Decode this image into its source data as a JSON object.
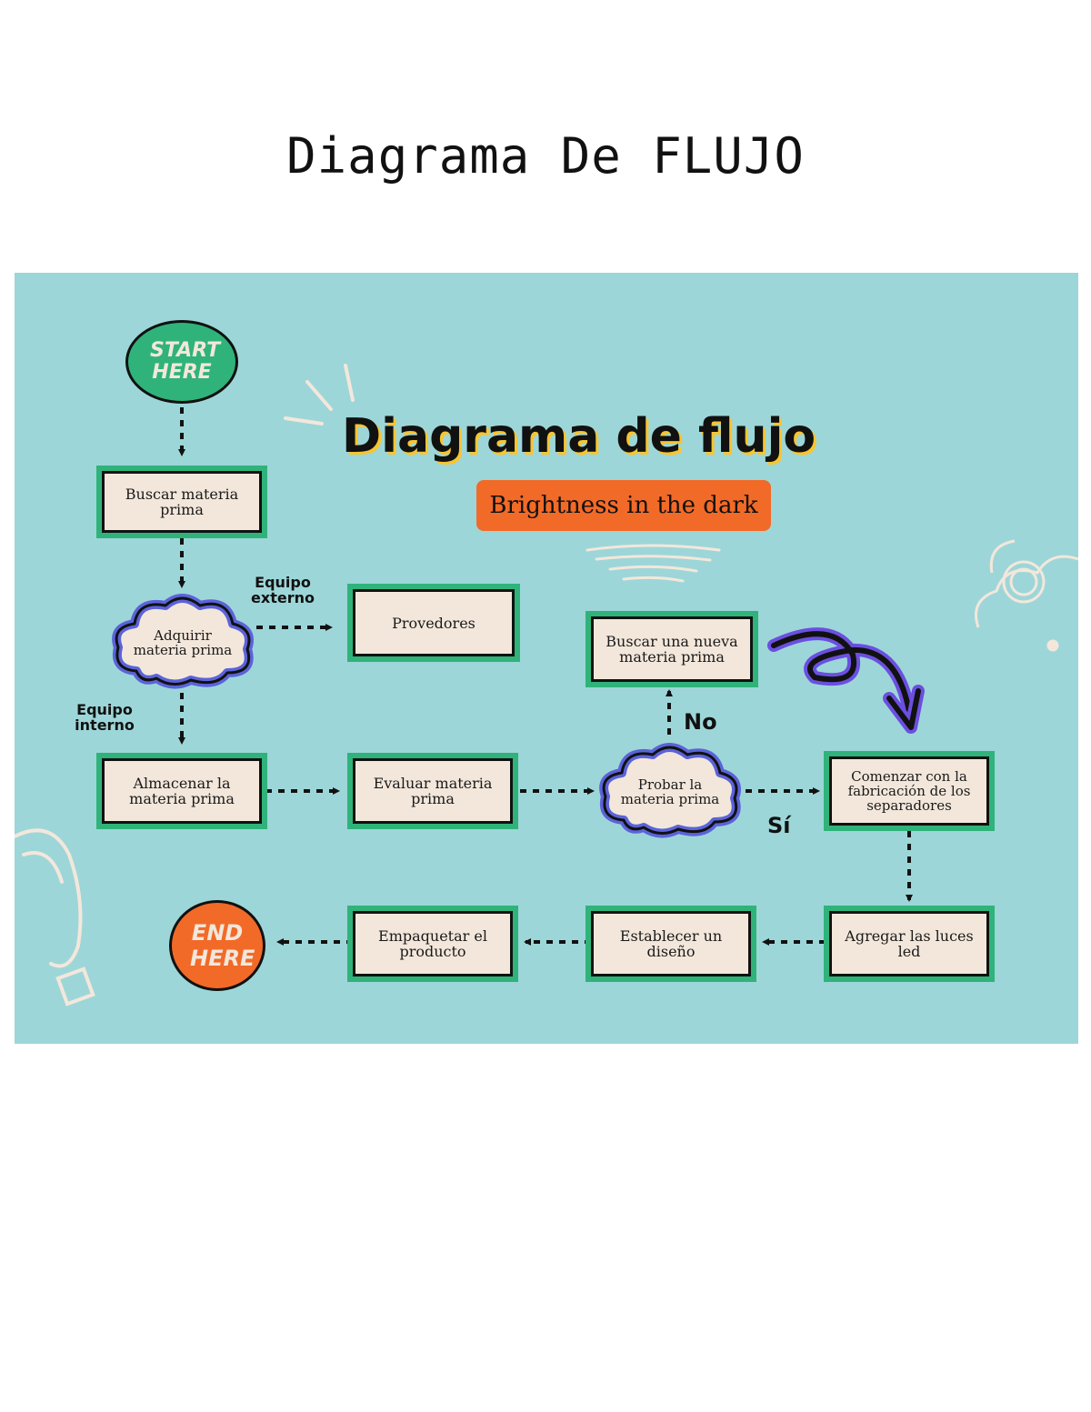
{
  "page": {
    "title": "Diagrama De FLUJO"
  },
  "diagram": {
    "title": "Diagrama de flujo",
    "subtitle": "Brightness in the dark",
    "start": "START HERE",
    "end": "END HERE",
    "nodes": {
      "buscar": "Buscar materia prima",
      "adquirir": "Adquirir materia prima",
      "proveedores": "Provedores",
      "buscar_nueva": "Buscar una nueva materia prima",
      "almacenar": "Almacenar la materia prima",
      "evaluar": "Evaluar materia prima",
      "probar": "Probar la materia prima",
      "comenzar": "Comenzar con la fabricación de los separadores",
      "agregar": "Agregar las luces led",
      "establecer": "Establecer un diseño",
      "empaquetar": "Empaquetar el producto"
    },
    "labels": {
      "equipo_externo": "Equipo externo",
      "equipo_interno": "Equipo interno",
      "no": "No",
      "si": "Sí"
    },
    "colors": {
      "background": "#9dd6d8",
      "box_fill": "#f3e7db",
      "box_border": "#2fb37a",
      "cloud_border": "#5b63d9",
      "accent_orange": "#f26a28",
      "title_shadow": "#f7c531",
      "arrow_purple": "#6b4fe0"
    }
  }
}
